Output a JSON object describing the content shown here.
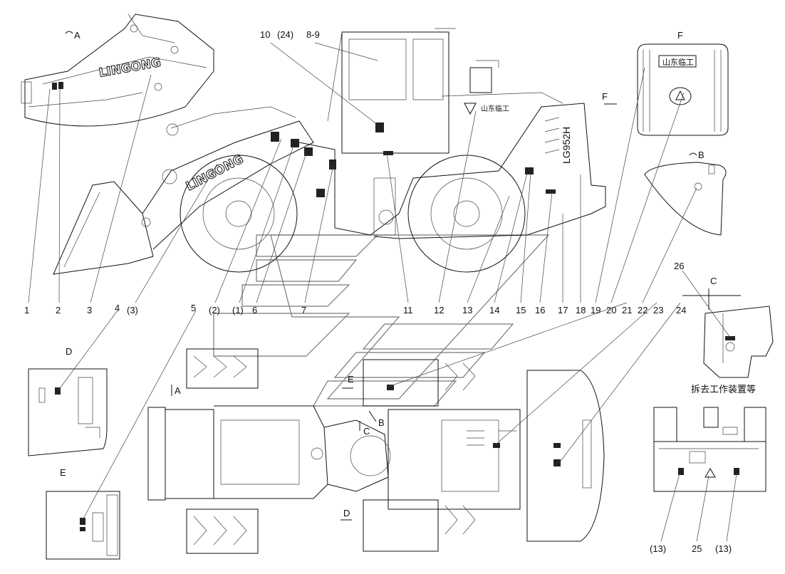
{
  "view_labels": {
    "A": "A",
    "B": "B",
    "C": "C",
    "D": "D",
    "E": "E",
    "F": "F"
  },
  "brand_text": "LINGONG",
  "removed_note": "拆去工作装置等",
  "callouts": [
    {
      "id": "c1",
      "text": "1"
    },
    {
      "id": "c2",
      "text": "2"
    },
    {
      "id": "c3",
      "text": "3"
    },
    {
      "id": "c3p",
      "text": "(3)"
    },
    {
      "id": "c2p",
      "text": "(2)"
    },
    {
      "id": "c1p",
      "text": "(1)"
    },
    {
      "id": "c4",
      "text": "4"
    },
    {
      "id": "c5",
      "text": "5"
    },
    {
      "id": "c6",
      "text": "6"
    },
    {
      "id": "c7",
      "text": "7"
    },
    {
      "id": "c89",
      "text": "8-9"
    },
    {
      "id": "c10",
      "text": "10"
    },
    {
      "id": "c24p",
      "text": "(24)"
    },
    {
      "id": "c11",
      "text": "11"
    },
    {
      "id": "c12",
      "text": "12"
    },
    {
      "id": "c13",
      "text": "13"
    },
    {
      "id": "c14",
      "text": "14"
    },
    {
      "id": "c15",
      "text": "15"
    },
    {
      "id": "c16",
      "text": "16"
    },
    {
      "id": "c17",
      "text": "17"
    },
    {
      "id": "c18",
      "text": "18"
    },
    {
      "id": "c19",
      "text": "19"
    },
    {
      "id": "c20",
      "text": "20"
    },
    {
      "id": "c21",
      "text": "21"
    },
    {
      "id": "c22",
      "text": "22"
    },
    {
      "id": "c23",
      "text": "23"
    },
    {
      "id": "c24",
      "text": "24"
    },
    {
      "id": "c26",
      "text": "26"
    },
    {
      "id": "c13a",
      "text": "(13)"
    },
    {
      "id": "c25",
      "text": "25"
    },
    {
      "id": "c13b",
      "text": "(13)"
    }
  ]
}
